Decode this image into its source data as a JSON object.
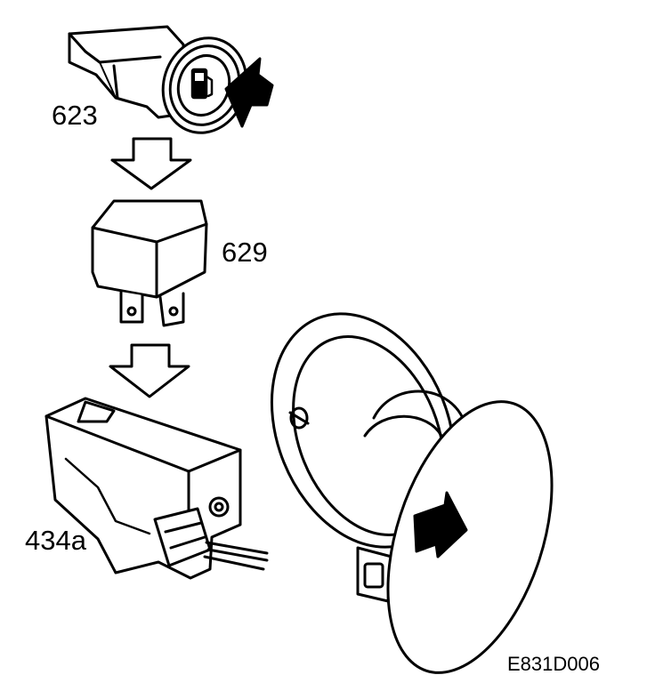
{
  "labels": {
    "switch": "623",
    "relay": "629",
    "actuator": "434a"
  },
  "figure_code": "E831D006",
  "colors": {
    "line": "#000000",
    "background": "#ffffff"
  },
  "icons": {
    "switch_symbol": "fuel-pump-icon"
  }
}
